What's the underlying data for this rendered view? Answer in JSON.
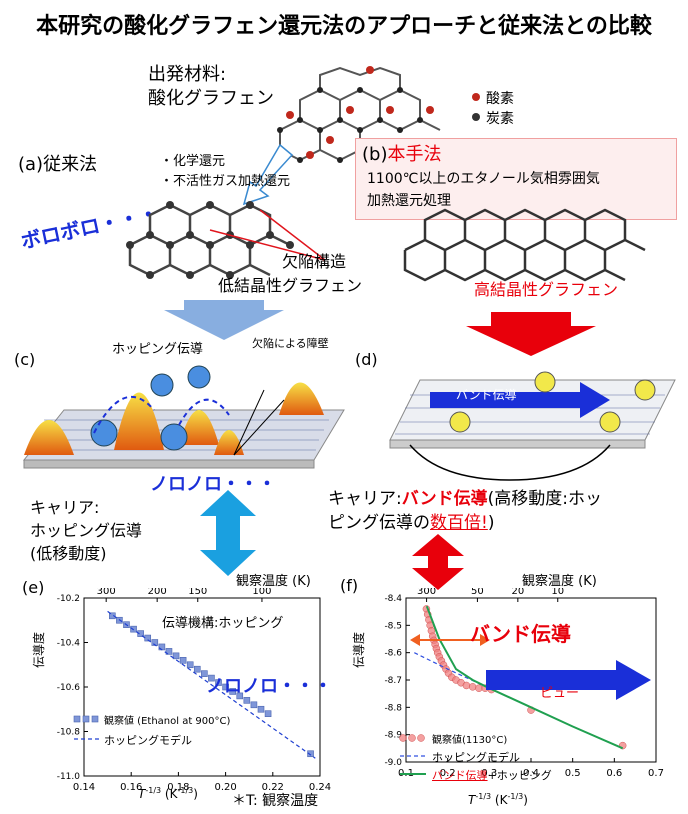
{
  "title": "本研究の酸化グラフェン還元法のアプローチと従来法との比較",
  "start_material": {
    "line1": "出発材料:",
    "line2": "酸化グラフェン"
  },
  "legend_atoms": {
    "oxygen": "酸素",
    "carbon": "炭素",
    "oxygen_color": "#c0281c",
    "carbon_color": "#333333"
  },
  "conventional": {
    "label": "(a)従来法",
    "method1": "・化学還元",
    "method2": "・不活性ガス加熱還元",
    "boro": "ボロボロ・・・",
    "defect": "欠陥構造",
    "low_cryst": "低結晶性グラフェン"
  },
  "proposed": {
    "label_prefix": "(b)",
    "label": "本手法",
    "desc1": "1100℃以上のエタノール気相雰囲気",
    "desc2": "加熱還元処理",
    "high_cryst": "高結晶性グラフェン"
  },
  "panel_c": {
    "label": "(c)",
    "hopping": "ホッピング伝導",
    "barrier": "欠陥による障壁",
    "noro": "ノロノロ・・・",
    "carrier1": "キャリア:",
    "carrier2": "ホッピング伝導",
    "carrier3": "(低移動度)"
  },
  "panel_d": {
    "label": "(d)",
    "band": "バンド伝導",
    "carrier_prefix": "キャリア:",
    "carrier_band": "バンド伝導",
    "carrier_rest1": "(高移動度:ホッ",
    "carrier_line2_prefix": "ピング伝導の",
    "carrier_highlight": "数百倍!",
    "carrier_suffix": ")"
  },
  "panel_e": {
    "label": "(e)",
    "top_axis_label": "観察温度 (K)",
    "mechanism": "伝導機構:ホッピング",
    "noro": "ノロノロ・・・",
    "ylabel": "伝導度",
    "legend_obs": "観察値 (Ethanol at 900°C)",
    "legend_model": "ホッピングモデル",
    "xlabel": "T",
    "xlabel_sup": "-1/3",
    "xlabel_unit": " (K",
    "xlabel_unit_sup": "-1/3",
    "xlabel_close": ")",
    "footnote": "＊T: 観察温度"
  },
  "panel_f": {
    "label": "(f)",
    "top_axis_label": "観察温度 (K)",
    "band": "バンド伝導",
    "pyu": "ピュー",
    "ylabel": "伝導度",
    "legend_obs": "観察値(1130°C)",
    "legend_model": "ホッピングモデル",
    "legend_band": "バンド伝導",
    "legend_band_suffix": "+ホッピング",
    "xlabel": "T",
    "xlabel_sup": "-1/3",
    "xlabel_unit": " (K",
    "xlabel_unit_sup": "-1/3",
    "xlabel_close": ")"
  },
  "chart_data": [
    {
      "type": "scatter",
      "panel": "e",
      "xlabel": "T-1/3 (K-1/3)",
      "ylabel": "伝導度",
      "xlim": [
        0.14,
        0.24
      ],
      "ylim": [
        -11.0,
        -10.2
      ],
      "xticks": [
        0.14,
        0.16,
        0.18,
        0.2,
        0.22,
        0.24
      ],
      "yticks": [
        -10.2,
        -10.4,
        -10.6,
        -10.8,
        -11.0
      ],
      "top_ticks": [
        {
          "label": "300",
          "x": 0.1494
        },
        {
          "label": "200",
          "x": 0.171
        },
        {
          "label": "150",
          "x": 0.1882
        },
        {
          "label": "100",
          "x": 0.2154
        }
      ],
      "series": [
        {
          "name": "観察値 (Ethanol at 900°C)",
          "kind": "points",
          "color": "#7f96d8",
          "x": [
            0.152,
            0.155,
            0.158,
            0.161,
            0.164,
            0.167,
            0.17,
            0.173,
            0.176,
            0.179,
            0.182,
            0.185,
            0.188,
            0.191,
            0.194,
            0.197,
            0.2,
            0.203,
            0.206,
            0.209,
            0.212,
            0.215,
            0.218,
            0.236
          ],
          "y": [
            -10.28,
            -10.3,
            -10.32,
            -10.34,
            -10.36,
            -10.38,
            -10.4,
            -10.42,
            -10.44,
            -10.46,
            -10.48,
            -10.5,
            -10.52,
            -10.54,
            -10.56,
            -10.58,
            -10.6,
            -10.62,
            -10.64,
            -10.66,
            -10.68,
            -10.7,
            -10.72,
            -10.9
          ]
        },
        {
          "name": "ホッピングモデル",
          "kind": "line",
          "color": "#2040d0",
          "dash": true,
          "x": [
            0.15,
            0.238
          ],
          "y": [
            -10.26,
            -10.92
          ]
        }
      ]
    },
    {
      "type": "scatter",
      "panel": "f",
      "xlabel": "T-1/3 (K-1/3)",
      "ylabel": "伝導度",
      "xlim": [
        0.1,
        0.7
      ],
      "ylim": [
        -9.0,
        -8.4
      ],
      "xticks": [
        0.1,
        0.2,
        0.3,
        0.4,
        0.5,
        0.6,
        0.7
      ],
      "yticks": [
        -8.4,
        -8.5,
        -8.6,
        -8.7,
        -8.8,
        -8.9,
        -9.0
      ],
      "top_ticks": [
        {
          "label": "300",
          "x": 0.1494
        },
        {
          "label": "50",
          "x": 0.2714
        },
        {
          "label": "20",
          "x": 0.3684
        },
        {
          "label": "10",
          "x": 0.4642
        }
      ],
      "series": [
        {
          "name": "観察値(1130°C)",
          "kind": "points",
          "color": "#f08080",
          "x": [
            0.149,
            0.152,
            0.155,
            0.158,
            0.161,
            0.164,
            0.167,
            0.17,
            0.173,
            0.176,
            0.18,
            0.185,
            0.19,
            0.196,
            0.202,
            0.21,
            0.22,
            0.232,
            0.245,
            0.26,
            0.275,
            0.29,
            0.305,
            0.4,
            0.62
          ],
          "y": [
            -8.44,
            -8.46,
            -8.48,
            -8.5,
            -8.52,
            -8.54,
            -8.555,
            -8.57,
            -8.585,
            -8.6,
            -8.615,
            -8.63,
            -8.645,
            -8.66,
            -8.675,
            -8.69,
            -8.7,
            -8.71,
            -8.72,
            -8.725,
            -8.73,
            -8.73,
            -8.735,
            -8.81,
            -8.94
          ]
        },
        {
          "name": "ホッピングモデル",
          "kind": "line",
          "color": "#3050e0",
          "dash": true,
          "x": [
            0.12,
            0.2,
            0.3,
            0.4,
            0.5,
            0.62
          ],
          "y": [
            -8.6,
            -8.66,
            -8.73,
            -8.8,
            -8.87,
            -8.95
          ]
        },
        {
          "name": "バンド伝導+ホッピング",
          "kind": "line",
          "color": "#20a050",
          "dash": false,
          "x": [
            0.15,
            0.18,
            0.22,
            0.26,
            0.3,
            0.4,
            0.5,
            0.62
          ],
          "y": [
            -8.43,
            -8.55,
            -8.66,
            -8.7,
            -8.73,
            -8.8,
            -8.87,
            -8.95
          ]
        }
      ]
    }
  ]
}
